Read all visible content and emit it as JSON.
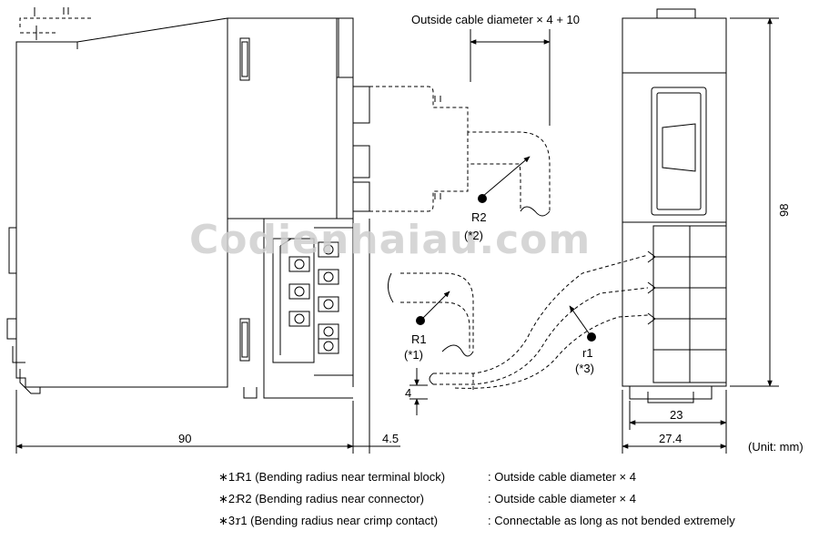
{
  "watermark": "Codienhaiau.com",
  "dimensions": {
    "top_formula": "Outside cable diameter × 4 + 10",
    "width_90": "90",
    "gap_4_5": "4.5",
    "gap_4": "4",
    "width_23": "23",
    "width_27_4": "27.4",
    "height_98": "98",
    "unit": "(Unit: mm)"
  },
  "callouts": {
    "r2_label": "R2",
    "r2_note": "(*2)",
    "r1_label": "R1",
    "r1_note": "(*1)",
    "r1_small_label": "r1",
    "r1_small_note": "(*3)"
  },
  "notes": [
    {
      "mark": "∗1:",
      "label": "R1 (Bending radius near terminal block)",
      "value": ": Outside cable diameter  ×  4"
    },
    {
      "mark": "∗2:",
      "label": "R2 (Bending radius near connector)",
      "value": ": Outside cable diameter  ×  4"
    },
    {
      "mark": "∗3:",
      "label": "r1 (Bending radius near crimp contact)",
      "value": ": Connectable as long as not bended extremely"
    }
  ]
}
